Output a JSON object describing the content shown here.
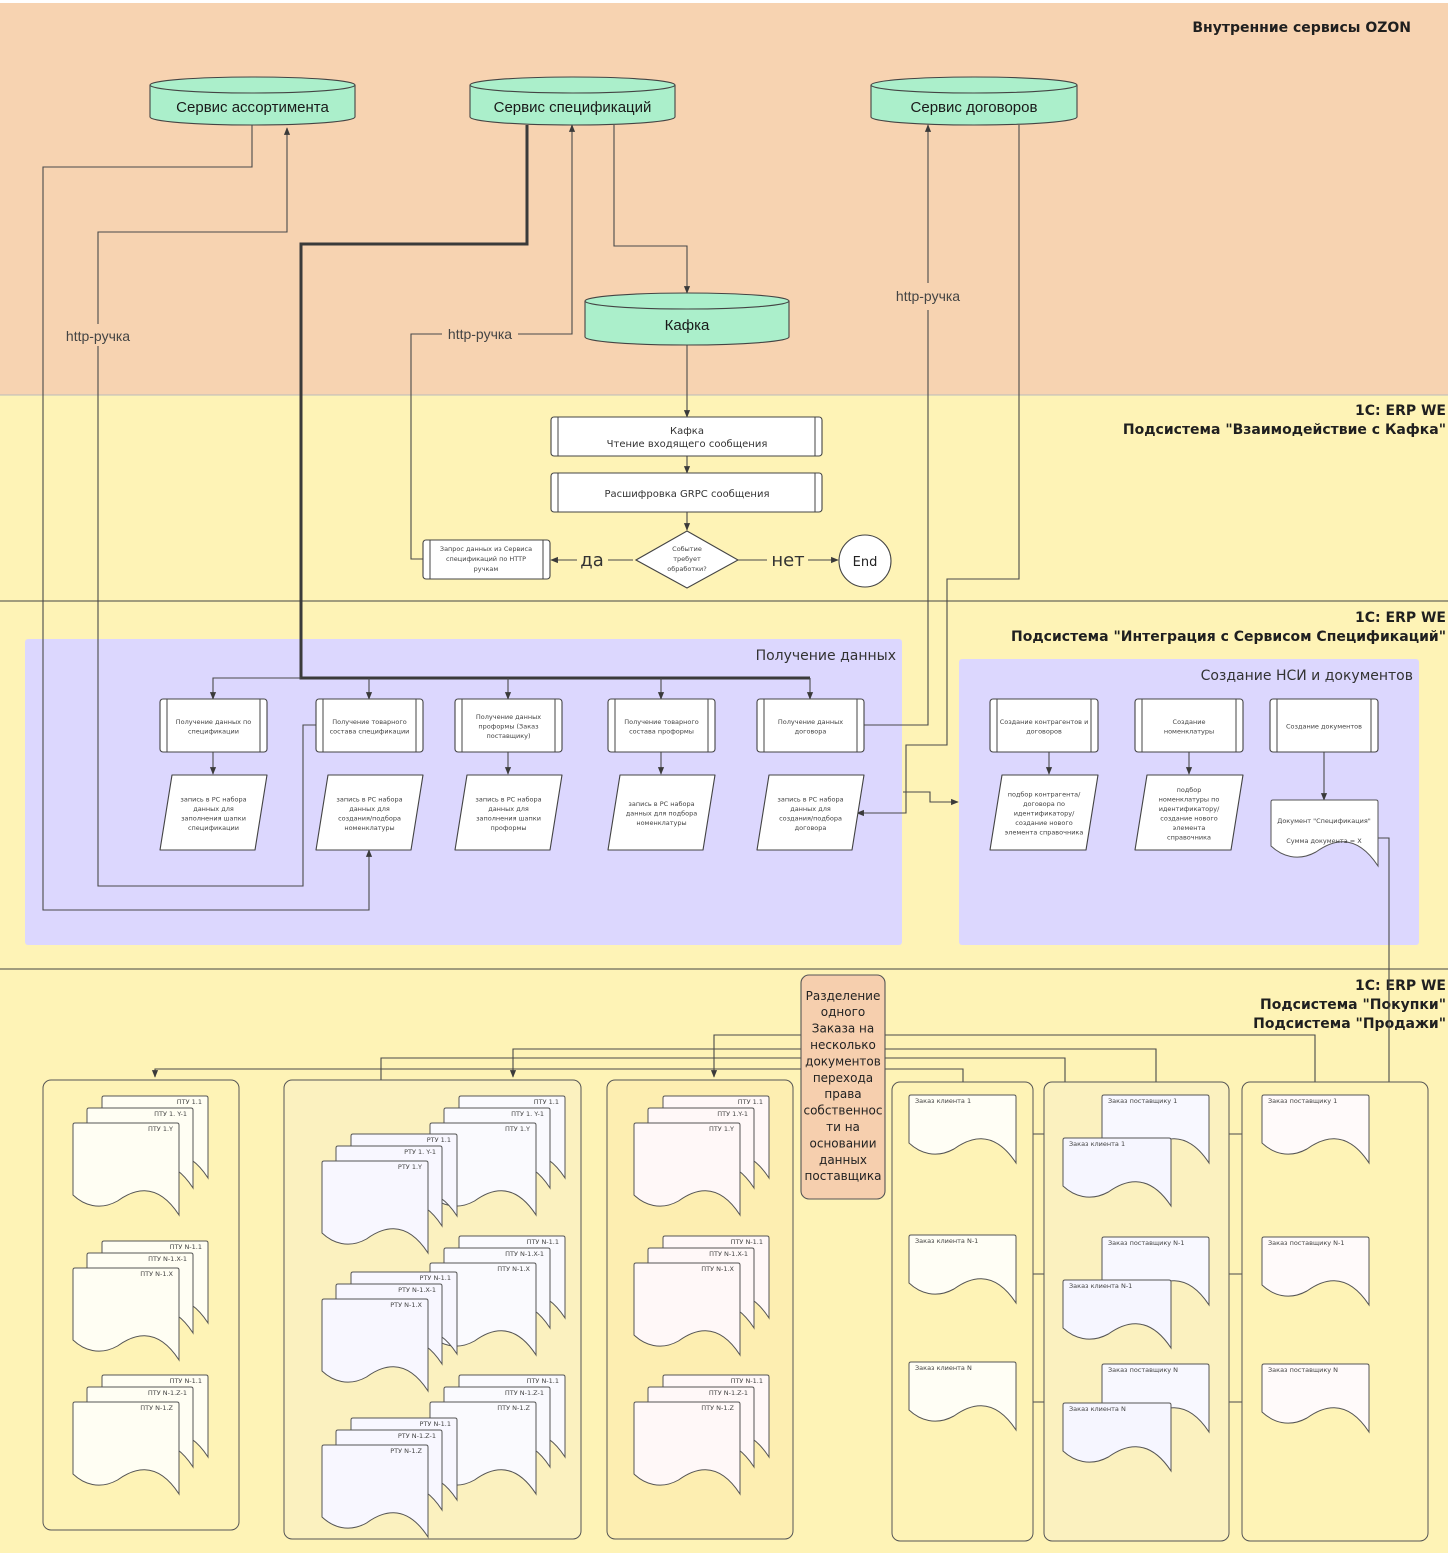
{
  "zones": [
    {
      "id": "ozon",
      "title_lines": [
        "Внутренние сервисы OZON"
      ],
      "color": "#f7d3b1"
    },
    {
      "id": "kafka",
      "title_lines": [
        "1С: ERP WE",
        "Подсистема \"Взаимодействие с Кафка\""
      ],
      "color": "#fef3b6"
    },
    {
      "id": "integration",
      "title_lines": [
        "1С: ERP WE",
        "Подсистема \"Интеграция с Сервисом Спецификаций\""
      ],
      "color": "#fef3b6"
    },
    {
      "id": "purchase",
      "title_lines": [
        "1С: ERP WE",
        "Подсистема \"Покупки\"",
        "Подсистема \"Продажи\""
      ],
      "color": "#fef3b6"
    }
  ],
  "services": [
    {
      "id": "assortment",
      "label": "Сервис ассортимента"
    },
    {
      "id": "spec",
      "label": "Сервис спецификаций"
    },
    {
      "id": "contracts",
      "label": "Сервис договоров"
    },
    {
      "id": "kafka",
      "label": "Кафка"
    }
  ],
  "edge_labels": {
    "http_left": "http-ручка",
    "http_mid": "http-ручка",
    "http_right": "http-ручка",
    "yes": "да",
    "no": "нет"
  },
  "kafka_flow": {
    "read": [
      "Кафка",
      "Чтение входящего сообщения"
    ],
    "decode": [
      "Расшифровка GRPC сообщения"
    ],
    "decision": [
      "Событие",
      "требует",
      "обработки?"
    ],
    "request": [
      "Запрос данных из Сервиса",
      "спецификаций по HTTP",
      "ручкам"
    ],
    "end": "End"
  },
  "groups": {
    "get_data": "Получение данных",
    "create_nsi": "Создание НСИ и документов"
  },
  "get_steps": [
    {
      "process": [
        "Получение данных по",
        "спецификации"
      ],
      "data": [
        "запись в РС набора",
        "данных для",
        "заполнения шапки",
        "спецификации"
      ]
    },
    {
      "process": [
        "Получение товарного",
        "состава спецификации"
      ],
      "data": [
        "запись в РС набора",
        "данных для",
        "создания/подбора",
        "номенклатуры"
      ]
    },
    {
      "process": [
        "Получение данных",
        "проформы (Заказ",
        "поставщику)"
      ],
      "data": [
        "запись в РС набора",
        "данных для",
        "заполнения шапки",
        "проформы"
      ]
    },
    {
      "process": [
        "Получение товарного",
        "состава проформы"
      ],
      "data": [
        "запись в РС набора",
        "данных для подбора",
        "номенклатуры"
      ]
    },
    {
      "process": [
        "Получение данных",
        "договора"
      ],
      "data": [
        "запись в РС набора",
        "данных для",
        "создания/подбора",
        "договора"
      ]
    }
  ],
  "create_steps": [
    {
      "process": [
        "Создание контрагентов и",
        "договоров"
      ],
      "data": [
        "подбор контрагента/",
        "договора по",
        "идентификатору/",
        "создание нового",
        "элемента справочника"
      ]
    },
    {
      "process": [
        "Создание",
        "номенклатуры"
      ],
      "data": [
        "подбор",
        "номенклатуры по",
        "идентификатору/",
        "создание нового",
        "элемента",
        "справочника"
      ]
    },
    {
      "process": [
        "Создание документов"
      ],
      "document": [
        "Документ \"Спецификация\"",
        "",
        "Сумма документа = X"
      ]
    }
  ],
  "split_box": [
    "Разделение",
    "одного",
    "Заказа на",
    "несколько",
    "документов",
    "перехода",
    "права",
    "собственнос",
    "ти на",
    "основании",
    "данных",
    "поставщика"
  ],
  "ptu_col1": [
    [
      "ПТУ 1.1",
      "ПТУ 1. Y-1",
      "ПТУ 1.Y"
    ],
    [
      "ПТУ  N-1.1",
      "ПТУ  N-1.X-1",
      "ПТУ  N-1.X"
    ],
    [
      "ПТУ  N-1.1",
      "ПТУ  N-1.Z-1",
      "ПТУ  N-1.Z"
    ]
  ],
  "ptu_col2_back": [
    [
      "ПТУ 1.1",
      "ПТУ 1. Y-1",
      "ПТУ 1.Y"
    ],
    [
      "ПТУ  N-1.1",
      "ПТУ  N-1.X-1",
      "ПТУ  N-1.X"
    ],
    [
      "ПТУ  N-1.1",
      "ПТУ  N-1.Z-1",
      "ПТУ  N-1.Z"
    ]
  ],
  "rtu_col2_front": [
    [
      "РТУ 1.1",
      "РТУ 1. Y-1",
      "РТУ 1.Y"
    ],
    [
      "РТУ  N-1.1",
      "РТУ  N-1.X-1",
      "РТУ  N-1.X"
    ],
    [
      "РТУ  N-1.1",
      "РТУ  N-1.Z-1",
      "РТУ  N-1.Z"
    ]
  ],
  "ptu_col3": [
    [
      "ПТУ 1.1",
      "ПТУ 1.Y-1",
      "ПТУ 1.Y"
    ],
    [
      "ПТУ  N-1.1",
      "ПТУ  N-1.X-1",
      "ПТУ  N-1.X"
    ],
    [
      "ПТУ  N-1.1",
      "ПТУ  N-1.Z-1",
      "ПТУ  N-1.Z"
    ]
  ],
  "client_orders": [
    "Заказ клиента 1",
    "Заказ клиента N-1",
    "Заказ клиента N"
  ],
  "mid_supplier_orders": [
    "Заказ поставщику 1",
    "Заказ поставщику  N-1",
    "Заказ поставщику N"
  ],
  "mid_client_orders": [
    "Заказ клиента 1",
    "Заказ клиента N-1",
    "Заказ клиента N"
  ],
  "supplier_orders": [
    "Заказ поставщику 1",
    "Заказ поставщику N-1",
    "Заказ поставщику N"
  ],
  "colors": {
    "cylinder": "#abefcb",
    "group_bg": "#dcd7fe",
    "split_box": "#f6cfae",
    "col_bg": "#fef3b6",
    "col_bg_alt": "#fbf1bf"
  }
}
